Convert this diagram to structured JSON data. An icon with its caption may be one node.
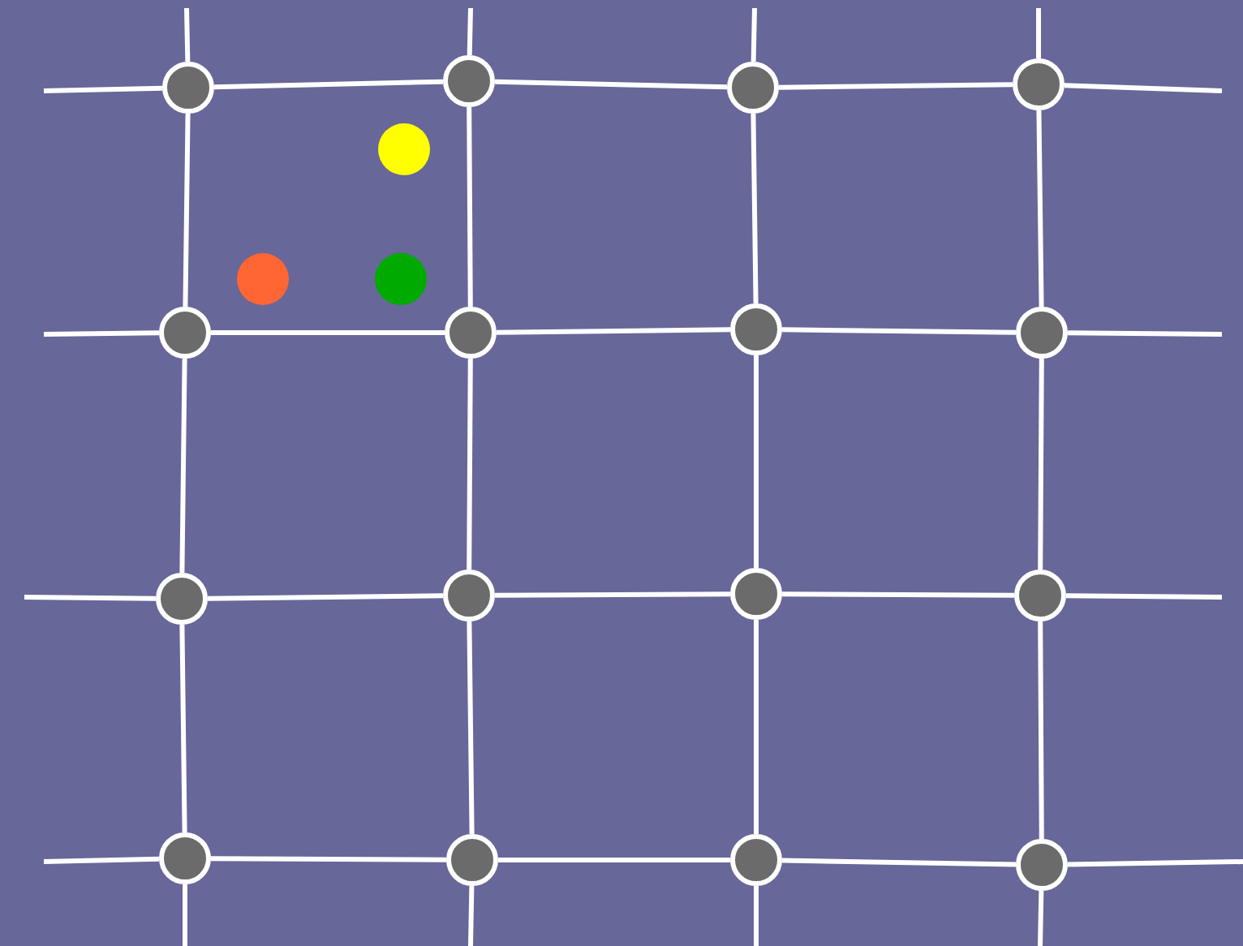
{
  "diagram": {
    "nodes": [
      {
        "text": [],
        "shape": "circle"
      },
      {
        "text": [],
        "shape": "circle"
      },
      {
        "text": [],
        "shape": "circle"
      },
      {
        "text": [],
        "shape": "circle"
      },
      {
        "text": [],
        "shape": "circle"
      },
      {
        "text": [],
        "shape": "circle"
      },
      {
        "text": [],
        "shape": "circle"
      },
      {
        "text": [],
        "shape": "circle"
      },
      {
        "text": [],
        "shape": "circle"
      },
      {
        "text": [],
        "shape": "circle"
      },
      {
        "text": [],
        "shape": "circle"
      },
      {
        "text": [],
        "shape": "circle"
      },
      {
        "text": [],
        "shape": "circle"
      },
      {
        "text": [],
        "shape": "circle"
      },
      {
        "text": [],
        "shape": "circle"
      },
      {
        "text": [],
        "shape": "circle"
      },
      {
        "text": [],
        "shape": "circle"
      },
      {
        "text": [],
        "shape": "circle"
      },
      {
        "text": [],
        "shape": "circle"
      }
    ],
    "edges": [
      {
        "from": 0,
        "to": 1,
        "arrow": "none"
      },
      {
        "from": 1,
        "to": 2,
        "arrow": "none"
      },
      {
        "from": 2,
        "to": 3,
        "arrow": "none"
      },
      {
        "from": 4,
        "to": 5,
        "arrow": "none"
      },
      {
        "from": 5,
        "to": 6,
        "arrow": "none"
      },
      {
        "from": 6,
        "to": 7,
        "arrow": "none"
      },
      {
        "from": 8,
        "to": 9,
        "arrow": "none"
      },
      {
        "from": 9,
        "to": 10,
        "arrow": "none"
      },
      {
        "from": 10,
        "to": 11,
        "arrow": "none"
      },
      {
        "from": 12,
        "to": 13,
        "arrow": "none"
      },
      {
        "from": 13,
        "to": 14,
        "arrow": "none"
      },
      {
        "from": 14,
        "to": 15,
        "arrow": "none"
      },
      {
        "from": 0,
        "to": 4,
        "arrow": "none"
      },
      {
        "from": 4,
        "to": 8,
        "arrow": "none"
      },
      {
        "from": 8,
        "to": 12,
        "arrow": "none"
      },
      {
        "from": 1,
        "to": 5,
        "arrow": "none"
      },
      {
        "from": 5,
        "to": 9,
        "arrow": "none"
      },
      {
        "from": 9,
        "to": 13,
        "arrow": "none"
      },
      {
        "from": 2,
        "to": 6,
        "arrow": "none"
      },
      {
        "from": 6,
        "to": 10,
        "arrow": "none"
      },
      {
        "from": 10,
        "to": 14,
        "arrow": "none"
      },
      {
        "from": 3,
        "to": 7,
        "arrow": "none"
      },
      {
        "from": 7,
        "to": 11,
        "arrow": "none"
      },
      {
        "from": 11,
        "to": 15,
        "arrow": "none"
      },
      {
        "from": null,
        "to": 0,
        "arrow": "none"
      },
      {
        "from": null,
        "to": 4,
        "arrow": "none"
      },
      {
        "from": null,
        "to": 8,
        "arrow": "none"
      },
      {
        "from": null,
        "to": 12,
        "arrow": "none"
      },
      {
        "from": 3,
        "to": null,
        "arrow": "none"
      },
      {
        "from": 7,
        "to": null,
        "arrow": "none"
      },
      {
        "from": 11,
        "to": null,
        "arrow": "none"
      },
      {
        "from": 15,
        "to": null,
        "arrow": "none"
      },
      {
        "from": null,
        "to": 0,
        "arrow": "none"
      },
      {
        "from": null,
        "to": 1,
        "arrow": "none"
      },
      {
        "from": null,
        "to": 2,
        "arrow": "none"
      },
      {
        "from": null,
        "to": 3,
        "arrow": "none"
      },
      {
        "from": 12,
        "to": null,
        "arrow": "none"
      },
      {
        "from": 13,
        "to": null,
        "arrow": "none"
      },
      {
        "from": 14,
        "to": null,
        "arrow": "none"
      },
      {
        "from": 15,
        "to": null,
        "arrow": "none"
      }
    ]
  }
}
